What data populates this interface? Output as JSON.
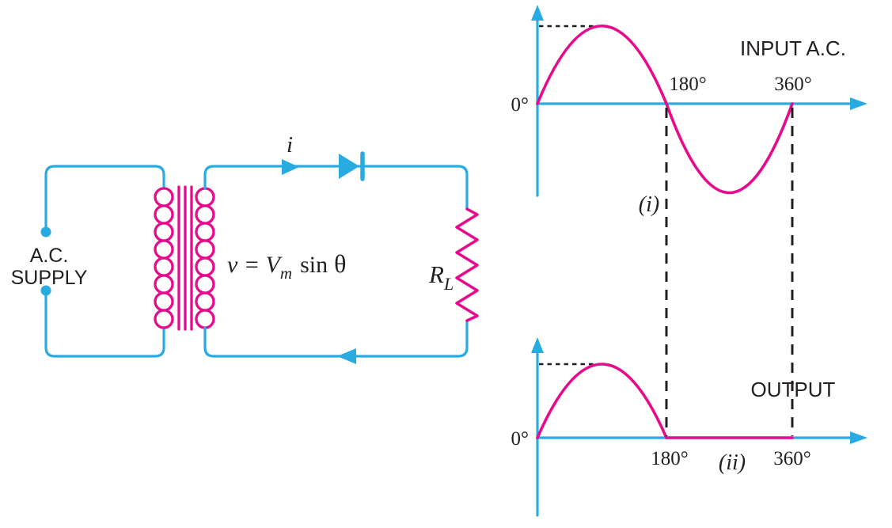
{
  "colors": {
    "wire_cyan": "#29abe2",
    "winding_magenta": "#e60a8c",
    "ink_black": "#231f20"
  },
  "circuit": {
    "supply_label_line1": "A.C.",
    "supply_label_line2": "SUPPLY",
    "current_label": "i",
    "equation": {
      "lead": "v = V",
      "sub": "m",
      "fn": "sin",
      "theta": "θ"
    },
    "load_label": {
      "symbol": "R",
      "sub": "L"
    }
  },
  "graphs": {
    "input": {
      "title": "INPUT A.C.",
      "origin_label": "0°",
      "tick_180": "180°",
      "tick_360": "360°",
      "caption": "(i)"
    },
    "output": {
      "title": "OUTPUT",
      "origin_label": "0°",
      "tick_180": "180°",
      "tick_360": "360°",
      "caption": "(ii)"
    }
  },
  "waveforms": {
    "input": {
      "type": "sine",
      "x_degrees": [
        0,
        360
      ],
      "positive_half_degrees": [
        0,
        180
      ],
      "negative_half_degrees": [
        180,
        360
      ],
      "peak_guide": "dotted line from vertical axis to positive peak"
    },
    "output": {
      "type": "half-wave rectified sine",
      "x_degrees": [
        0,
        360
      ],
      "conducting_degrees": [
        0,
        180
      ],
      "zero_output_degrees": [
        180,
        360
      ],
      "peak_guide": "dotted line from vertical axis to peak"
    }
  }
}
